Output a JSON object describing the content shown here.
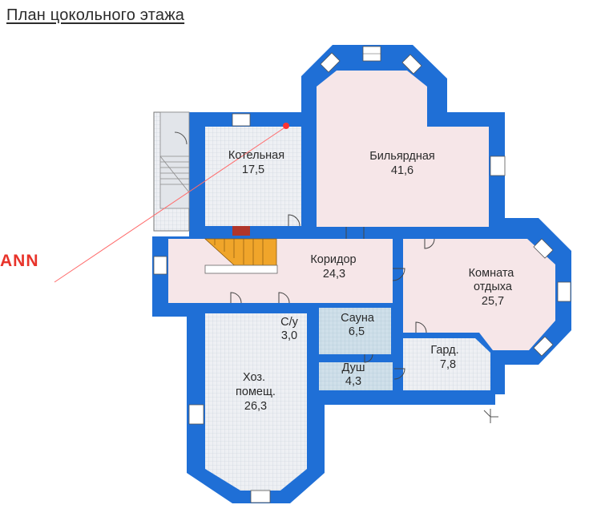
{
  "title": "План цокольного этажа",
  "brand_fragment": "ANN",
  "colors": {
    "wall": "#1f6fd6",
    "room_pink": "#f6e6e8",
    "room_grid": "#eef0f4",
    "sauna": "#cfe0ea",
    "stairs": "#f0a52a",
    "window": "#ffffff",
    "pointer": "#ff4d4d"
  },
  "rooms": [
    {
      "id": "boiler",
      "name": "Котельная",
      "area": "17,5"
    },
    {
      "id": "billiard",
      "name": "Бильярдная",
      "area": "41,6"
    },
    {
      "id": "corridor",
      "name": "Коридор",
      "area": "24,3"
    },
    {
      "id": "lounge",
      "name": "Комната отдыха",
      "area": "25,7"
    },
    {
      "id": "wc",
      "name": "С/у",
      "area": "3,0"
    },
    {
      "id": "sauna",
      "name": "Сауна",
      "area": "6,5"
    },
    {
      "id": "shower",
      "name": "Душ",
      "area": "4,3"
    },
    {
      "id": "wardrobe",
      "name": "Гард.",
      "area": "7,8"
    },
    {
      "id": "utility",
      "name": "Хоз. помещ.",
      "area": "26,3"
    }
  ]
}
